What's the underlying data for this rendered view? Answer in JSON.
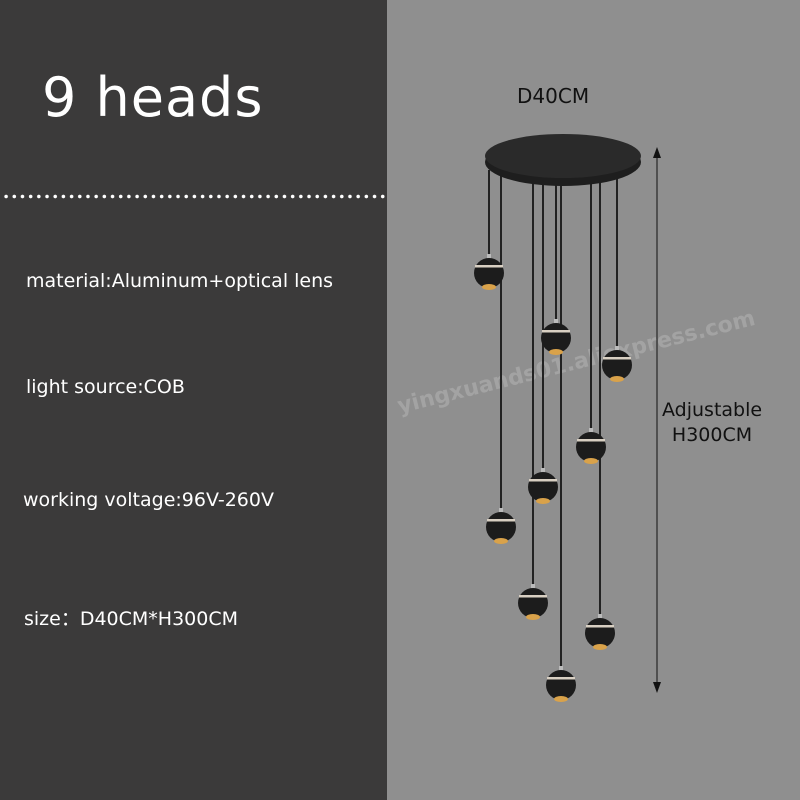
{
  "title": "9 heads",
  "specs": [
    {
      "label": "material:Aluminum+optical lens"
    },
    {
      "label": "light source:COB"
    },
    {
      "label": "working voltage:96V-260V"
    },
    {
      "label": "size：D40CM*H300CM"
    }
  ],
  "dimensions": {
    "diameter": "D40CM",
    "height_line1": "Adjustable",
    "height_line2": "H300CM"
  },
  "watermark": "yingxuands01.aliexpress.com",
  "colors": {
    "left_panel": "#3b3a3a",
    "right_panel": "#8f8f8f"
  }
}
